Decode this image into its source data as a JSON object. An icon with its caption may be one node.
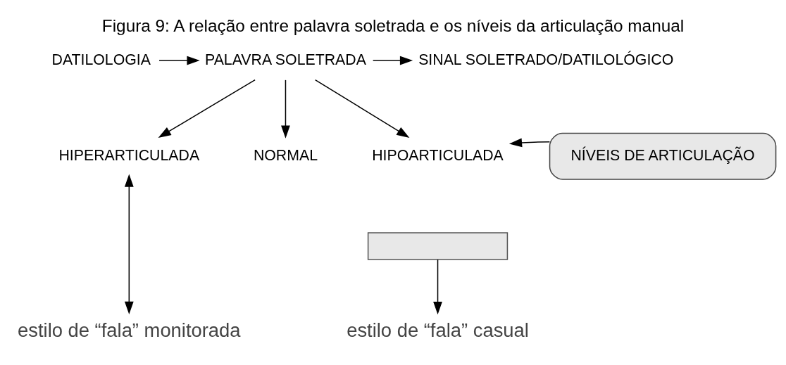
{
  "diagram": {
    "title": "Figura 9: A relação entre palavra soletrada e os níveis da articulação manual",
    "nodes": [
      {
        "text": [
          "DATILOLOGIA"
        ]
      },
      {
        "text": [
          "PALAVRA SOLETRADA"
        ]
      },
      {
        "text": [
          "SINAL SOLETRADO/DATILOLÓGICO"
        ]
      },
      {
        "text": [
          "HIPERARTICULADA"
        ]
      },
      {
        "text": [
          "NORMAL"
        ]
      },
      {
        "text": [
          "HIPOARTICULADA"
        ]
      },
      {
        "text": [],
        "shape": "box"
      },
      {
        "text": [
          "NÍVEIS DE ARTICULAÇÃO"
        ]
      },
      {
        "text": [
          "estilo de “fala” monitorada"
        ]
      },
      {
        "text": [
          "estilo de “fala” casual"
        ]
      }
    ],
    "edges": [
      {
        "from": 0,
        "to": 1,
        "arrow": "to"
      },
      {
        "from": 1,
        "to": 2,
        "arrow": "to"
      },
      {
        "from": 1,
        "to": 3,
        "arrow": "to"
      },
      {
        "from": 1,
        "to": 4,
        "arrow": "to"
      },
      {
        "from": 1,
        "to": 5,
        "arrow": "to"
      },
      {
        "from": 3,
        "to": 8,
        "arrow": "both"
      },
      {
        "from": 6,
        "to": 9,
        "arrow": "to"
      },
      {
        "from": 7,
        "to": 5,
        "arrow": "to"
      }
    ]
  }
}
